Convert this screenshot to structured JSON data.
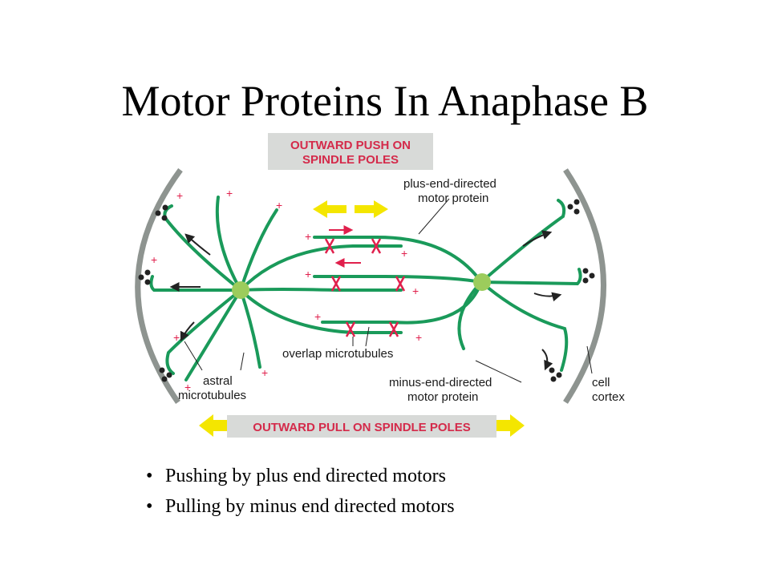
{
  "title": "Motor Proteins In Anaphase B",
  "banners": {
    "push": [
      "OUTWARD PUSH ON",
      "SPINDLE POLES"
    ],
    "pull": "OUTWARD PULL ON SPINDLE POLES"
  },
  "labels": {
    "plus_motor": [
      "plus-end-directed",
      "motor protein"
    ],
    "overlap": "overlap microtubules",
    "astral": [
      "astral",
      "microtubules"
    ],
    "minus_motor": [
      "minus-end-directed",
      "motor protein"
    ],
    "cortex": [
      "cell",
      "cortex"
    ]
  },
  "plus_sign": "+",
  "bullets": [
    "Pushing by plus end directed motors",
    "Pulling by minus end directed motors"
  ],
  "colors": {
    "microtubule": "#1a9a5a",
    "pole": "#9ccc5c",
    "motor": "#e0204c",
    "arrow_yellow": "#f4e600",
    "banner_bg": "#d8dad8",
    "cortex": "#8e9490"
  }
}
